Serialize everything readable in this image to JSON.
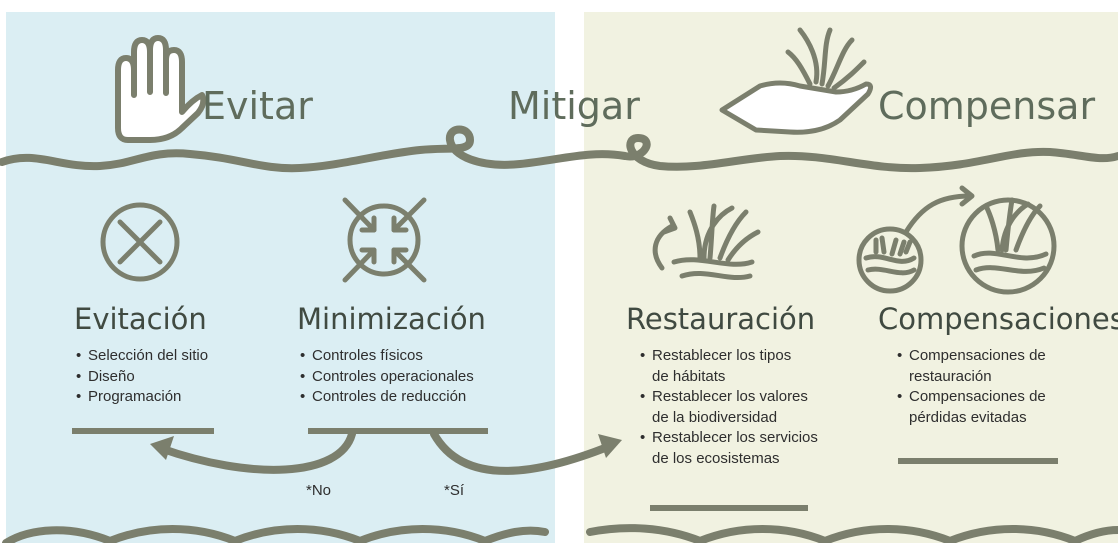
{
  "headers": {
    "evitar": "Evitar",
    "mitigar": "Mitigar",
    "compensar": "Compensar"
  },
  "sections": [
    {
      "title": "Evitación",
      "items": [
        "Selección del sitio",
        "Diseño",
        "Programación"
      ]
    },
    {
      "title": "Minimización",
      "items": [
        "Controles físicos",
        "Controles operacionales",
        "Controles de reducción"
      ]
    },
    {
      "title": "Restauración",
      "items": [
        "Restablecer los tipos\nde hábitats",
        "Restablecer los valores\nde la biodiversidad",
        "Restablecer los servicios\nde los ecosistemas"
      ]
    },
    {
      "title": "Compensaciones",
      "items": [
        "Compensaciones de\nrestauración",
        "Compensaciones de\npérdidas evitadas"
      ]
    }
  ],
  "arrow_labels": {
    "no": "*No",
    "si": "*Sí"
  },
  "icons": [
    "hand-stop-icon",
    "hand-holding-grass-icon",
    "circle-x-icon",
    "minimize-arrows-icon",
    "grass-regrow-icon",
    "grass-transfer-icon"
  ],
  "colors": {
    "left_panel": "#dbeef3",
    "right_panel": "#f1f2e1",
    "line": "#7b7f6d",
    "header_text": "#5f6c5c"
  }
}
